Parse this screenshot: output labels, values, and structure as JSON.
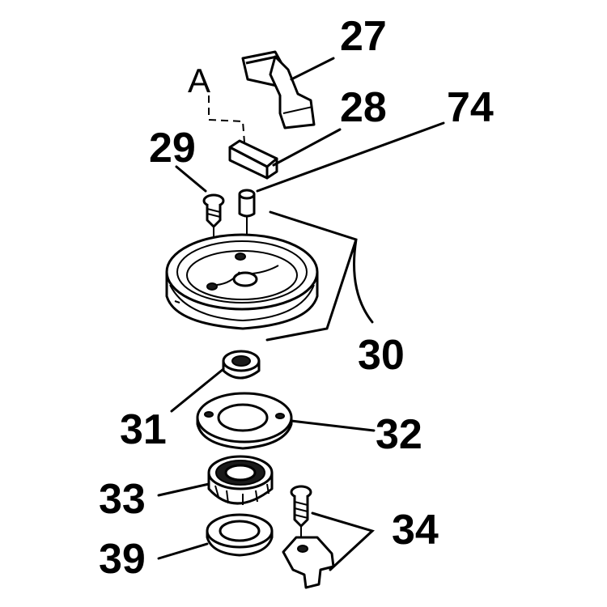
{
  "callouts": {
    "a": "A",
    "p27": "27",
    "p28": "28",
    "p74": "74",
    "p29": "29",
    "p30": "30",
    "p31": "31",
    "p32": "32",
    "p33": "33",
    "p34": "34",
    "p39": "39"
  }
}
